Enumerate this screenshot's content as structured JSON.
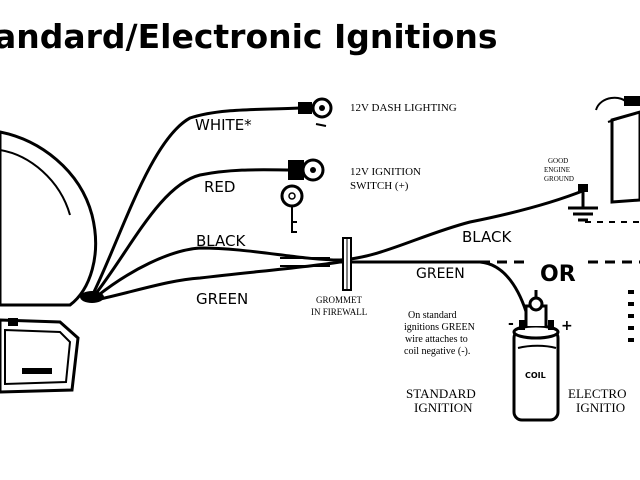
{
  "title": "andard/Electronic Ignitions",
  "labels": {
    "white_wire": "WHITE*",
    "red_wire": "RED",
    "black_wire_left": "BLACK",
    "green_wire_left": "GREEN",
    "black_wire_right": "BLACK",
    "green_wire_right": "GREEN",
    "dash_lighting": "12V DASH LIGHTING",
    "ignition_switch_line1": "12V IGNITION",
    "ignition_switch_line2": "SWITCH (+)",
    "grommet_line1": "GROMMET",
    "grommet_line2": "IN FIREWALL",
    "good_ground_line1": "GOOD",
    "good_ground_line2": "ENGINE",
    "good_ground_line3": "GROUND",
    "or_label": "OR",
    "note_line1": "On standard",
    "note_line2": "ignitions GREEN",
    "note_line3": "wire attaches to",
    "note_line4": "coil negative (-).",
    "standard_line1": "STANDARD",
    "standard_line2": "IGNITION",
    "electronic_line1": "ELECTRO",
    "electronic_line2": "IGNITIO",
    "coil_label": "COIL",
    "coil_negative": "-",
    "coil_positive": "+"
  }
}
